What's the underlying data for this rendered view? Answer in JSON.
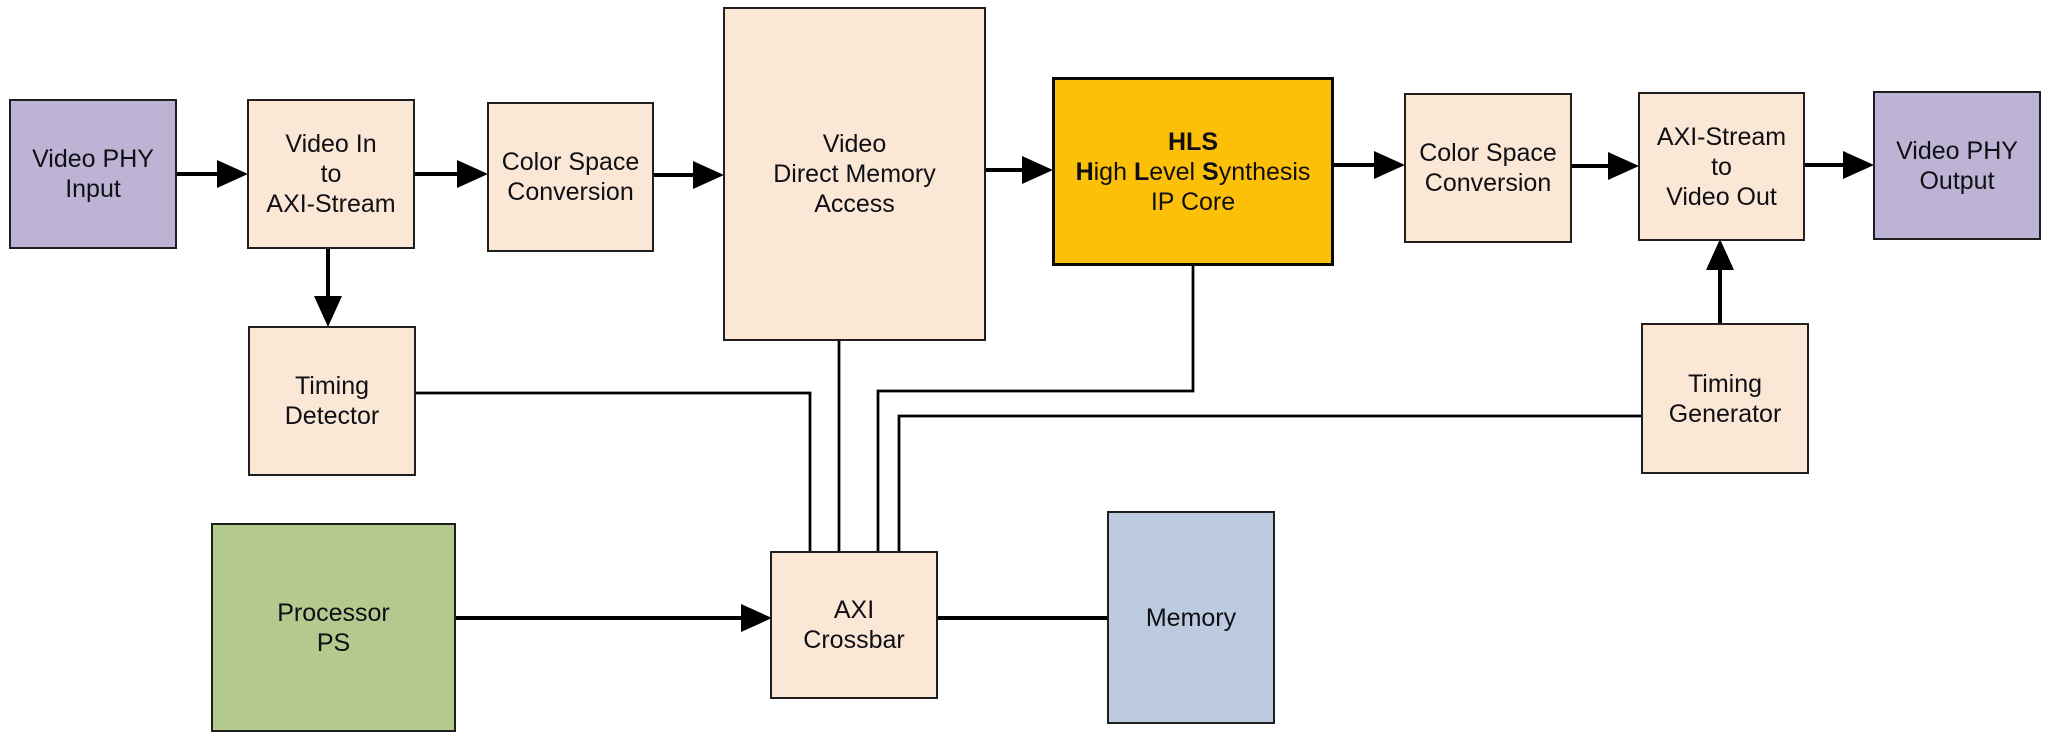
{
  "palette": {
    "peach": "#fbe7d6",
    "purple": "#bdb4d5",
    "gold": "#fcc008",
    "green": "#b3c98e",
    "blue": "#bccbe0",
    "border": "#1f1f1f",
    "line": "#000000"
  },
  "nodes": {
    "video_phy_input": {
      "lines": [
        "Video PHY",
        "Input"
      ]
    },
    "video_in_to_axi_stream": {
      "lines": [
        "Video In",
        "to",
        "AXI-Stream"
      ]
    },
    "color_space_conversion_in": {
      "lines": [
        "Color Space",
        "Conversion"
      ]
    },
    "video_dma": {
      "lines": [
        "Video",
        "Direct Memory",
        "Access"
      ]
    },
    "hls_ip_core": {
      "line1": "HLS",
      "line2": [
        "H",
        "igh ",
        "L",
        "evel ",
        "S",
        "ynthesis"
      ],
      "line3": "IP Core"
    },
    "color_space_conversion_out": {
      "lines": [
        "Color Space",
        "Conversion"
      ]
    },
    "axi_stream_to_video_out": {
      "lines": [
        "AXI-Stream",
        "to",
        "Video Out"
      ]
    },
    "video_phy_output": {
      "lines": [
        "Video PHY",
        "Output"
      ]
    },
    "timing_detector": {
      "lines": [
        "Timing",
        "Detector"
      ]
    },
    "timing_generator": {
      "lines": [
        "Timing",
        "Generator"
      ]
    },
    "processor_ps": {
      "lines": [
        "Processor",
        "PS"
      ]
    },
    "axi_crossbar": {
      "lines": [
        "AXI",
        "Crossbar"
      ]
    },
    "memory": {
      "lines": [
        "Memory"
      ]
    }
  },
  "edges": [
    {
      "from": "video_phy_input",
      "to": "video_in_to_axi_stream",
      "arrow": true
    },
    {
      "from": "video_in_to_axi_stream",
      "to": "color_space_conversion_in",
      "arrow": true
    },
    {
      "from": "color_space_conversion_in",
      "to": "video_dma",
      "arrow": true
    },
    {
      "from": "video_dma",
      "to": "hls_ip_core",
      "arrow": true
    },
    {
      "from": "hls_ip_core",
      "to": "color_space_conversion_out",
      "arrow": true
    },
    {
      "from": "color_space_conversion_out",
      "to": "axi_stream_to_video_out",
      "arrow": true
    },
    {
      "from": "axi_stream_to_video_out",
      "to": "video_phy_output",
      "arrow": true
    },
    {
      "from": "video_in_to_axi_stream",
      "to": "timing_detector",
      "arrow": true
    },
    {
      "from": "timing_generator",
      "to": "axi_stream_to_video_out",
      "arrow": true
    },
    {
      "from": "processor_ps",
      "to": "axi_crossbar",
      "arrow": true
    },
    {
      "from": "axi_crossbar",
      "to": "memory",
      "arrow": false
    },
    {
      "from": "timing_detector",
      "to": "axi_crossbar",
      "arrow": false
    },
    {
      "from": "video_dma",
      "to": "axi_crossbar",
      "arrow": false
    },
    {
      "from": "hls_ip_core",
      "to": "axi_crossbar",
      "arrow": false
    },
    {
      "from": "timing_generator",
      "to": "axi_crossbar",
      "arrow": false
    }
  ]
}
